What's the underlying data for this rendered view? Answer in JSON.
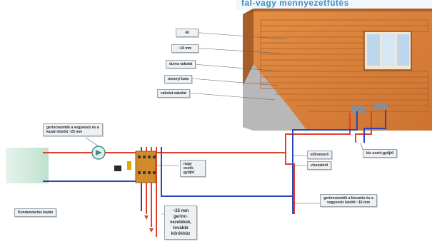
{
  "header": {
    "title": "fal-vagy mennyezetfűtés"
  },
  "wall_layers": [
    "ok",
    "~10 mm",
    "durva vakolat",
    "mennyi bato",
    "vakolat vakolat"
  ],
  "labels": {
    "pipe_sizing": "gerincvezeték a vegyesvíz és a kazán között ~25 mm",
    "manifold": "nagy osztó-gyűjtő",
    "supply": "előremenő",
    "return": "visszatérő",
    "room_manifold": "kis osztó-gyűjtő",
    "main_pipes": "gerincvezeték a kiosztás és a vegyesvíz között ~16 mm",
    "boiler": "Kondenzációs kazán",
    "branches": [
      "~25 mm",
      "gerinc-",
      "vezetékek,",
      "további",
      "körökhöz"
    ]
  },
  "colors": {
    "wall_main": "#d9823a",
    "wall_side": "#a85e28",
    "supply_pipe": "#e2402e",
    "return_pipe": "#2b46b8",
    "boiler_panel": "#cfe8dc",
    "grey_plaster": "#b6b6b6"
  }
}
